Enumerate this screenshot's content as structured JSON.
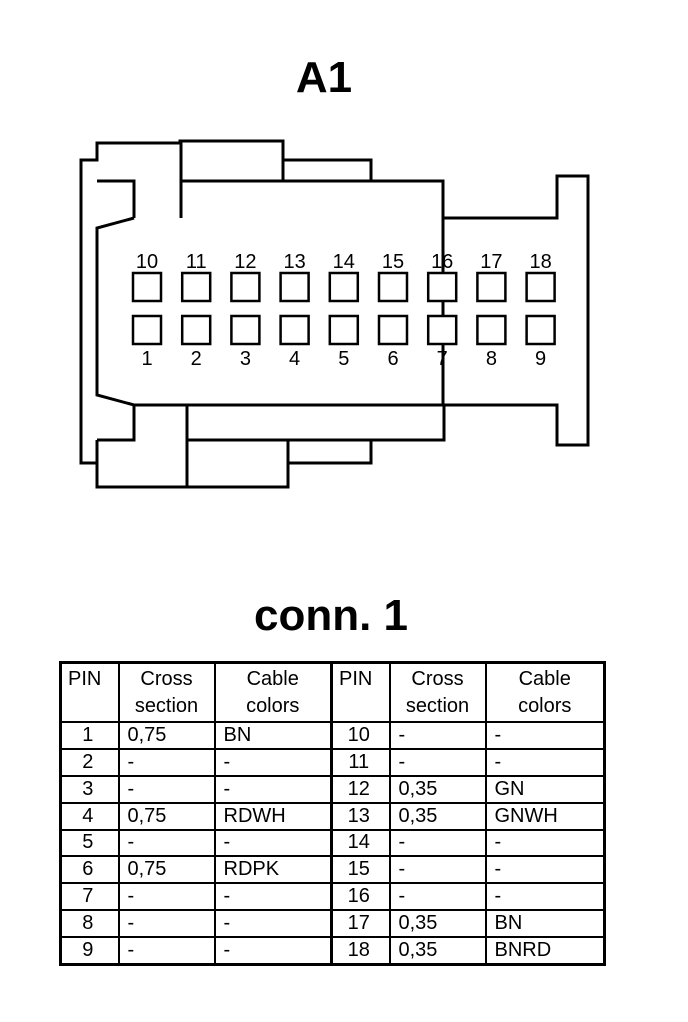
{
  "connector": {
    "title": "A1",
    "top_row_pins": [
      "10",
      "11",
      "12",
      "13",
      "14",
      "15",
      "16",
      "17",
      "18"
    ],
    "bottom_row_pins": [
      "1",
      "2",
      "3",
      "4",
      "5",
      "6",
      "7",
      "8",
      "9"
    ]
  },
  "table": {
    "title": "conn. 1",
    "headers": {
      "pin": "PIN",
      "cross_section_1": "Cross",
      "cross_section_2": "section",
      "cable_colors_1": "Cable",
      "cable_colors_2": "colors"
    },
    "rows": [
      {
        "pin_a": "1",
        "cross_a": "0,75",
        "color_a": "BN",
        "pin_b": "10",
        "cross_b": "-",
        "color_b": "-"
      },
      {
        "pin_a": "2",
        "cross_a": "-",
        "color_a": "-",
        "pin_b": "11",
        "cross_b": "-",
        "color_b": "-"
      },
      {
        "pin_a": "3",
        "cross_a": "-",
        "color_a": "-",
        "pin_b": "12",
        "cross_b": "0,35",
        "color_b": "GN"
      },
      {
        "pin_a": "4",
        "cross_a": "0,75",
        "color_a": "RDWH",
        "pin_b": "13",
        "cross_b": "0,35",
        "color_b": "GNWH"
      },
      {
        "pin_a": "5",
        "cross_a": "-",
        "color_a": "-",
        "pin_b": "14",
        "cross_b": "-",
        "color_b": "-"
      },
      {
        "pin_a": "6",
        "cross_a": "0,75",
        "color_a": "RDPK",
        "pin_b": "15",
        "cross_b": "-",
        "color_b": "-"
      },
      {
        "pin_a": "7",
        "cross_a": "-",
        "color_a": "-",
        "pin_b": "16",
        "cross_b": "-",
        "color_b": "-"
      },
      {
        "pin_a": "8",
        "cross_a": "-",
        "color_a": "-",
        "pin_b": "17",
        "cross_b": "0,35",
        "color_b": "BN"
      },
      {
        "pin_a": "9",
        "cross_a": "-",
        "color_a": "-",
        "pin_b": "18",
        "cross_b": "0,35",
        "color_b": "BNRD"
      }
    ]
  }
}
